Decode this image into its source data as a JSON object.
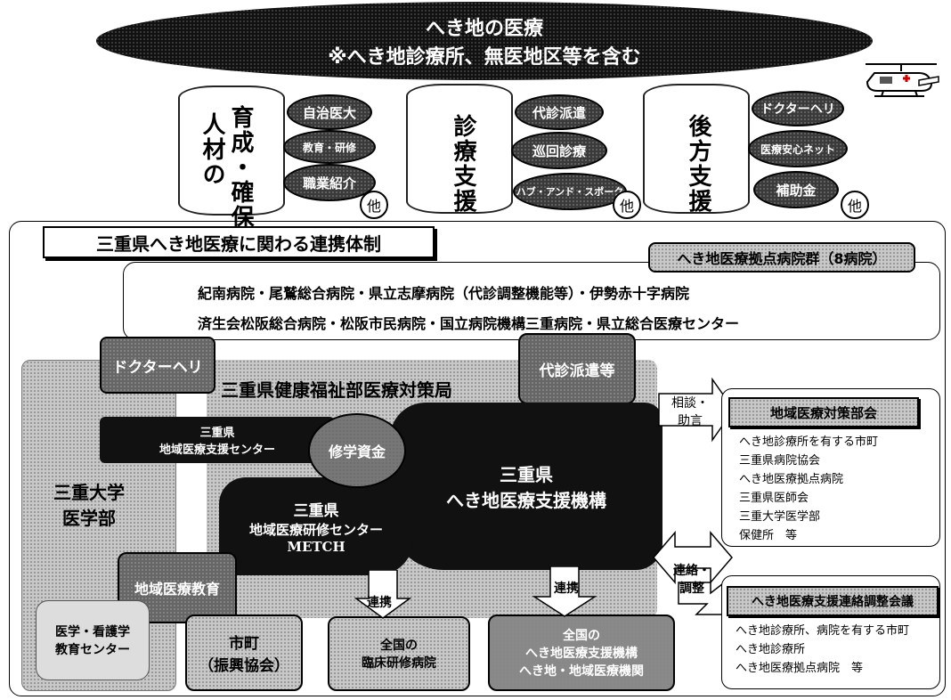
{
  "top": {
    "title": "へき地の医療",
    "subtitle": "※へき地診療所、無医地区等を含む"
  },
  "pillars": [
    {
      "vertical_left": "人材の",
      "vertical_right": "育成・確保",
      "items": [
        "自治医大",
        "教育・研修",
        "職業紹介"
      ],
      "etc": "他"
    },
    {
      "vertical": "診療支援",
      "items": [
        "代診派遣",
        "巡回診療",
        "ハブ・アンド・スポーク"
      ],
      "etc": "他"
    },
    {
      "vertical": "後方支援",
      "items": [
        "ドクターヘリ",
        "医療安心ネット",
        "補助金"
      ],
      "etc": "他"
    }
  ],
  "framework_title": "三重県へき地医療に関わる連携体制",
  "base_hospitals": {
    "label": "へき地医療拠点病院群（8病院）",
    "line1": "紀南病院・尾鷲総合病院・県立志摩病院（代診調整機能等）・伊勢赤十字病院",
    "line2": "済生会松阪総合病院・松阪市民病院・国立病院機構三重病院・県立総合医療センター"
  },
  "doctor_heli": "ドクターヘリ",
  "dispatch": "代診派遣等",
  "bureau": "三重県健康福祉部医療対策局",
  "regional_support_center": {
    "line1": "三重県",
    "line2": "地域医療支援センター"
  },
  "scholarship": "修学資金",
  "support_org": {
    "line1": "三重県",
    "line2": "へき地医療支援機構"
  },
  "metch": {
    "line1": "三重県",
    "line2": "地域医療研修センター",
    "line3": "METCH"
  },
  "mie_univ": {
    "line1": "三重大学",
    "line2": "医学部"
  },
  "regional_education": "地域医療教育",
  "nursing_center": {
    "line1": "医学・看護学",
    "line2": "教育センター"
  },
  "municipality": {
    "line1": "市町",
    "line2": "（振興協会）"
  },
  "clinical_hospitals": {
    "line1": "全国の",
    "line2": "臨床研修病院"
  },
  "national_support": {
    "line1": "全国の",
    "line2": "へき地医療支援機構",
    "line3": "へき地・地域医療機関"
  },
  "renkei_left": "連携",
  "renkei_right": "連携",
  "consult": {
    "line1": "相談・",
    "line2": "助言"
  },
  "coordinate": {
    "line1": "連絡・",
    "line2": "調整"
  },
  "regional_council": {
    "label": "地域医療対策部会",
    "members": [
      "へき地診療所を有する市町",
      "三重県病院協会",
      "へき地医療拠点病院",
      "三重県医師会",
      "三重大学医学部",
      "保健所　等"
    ]
  },
  "coordination_meeting": {
    "label": "へき地医療支援連絡調整会議",
    "members": [
      "へき地診療所、病院を有する市町",
      "へき地診療所",
      "へき地医療拠点病院　等"
    ]
  }
}
